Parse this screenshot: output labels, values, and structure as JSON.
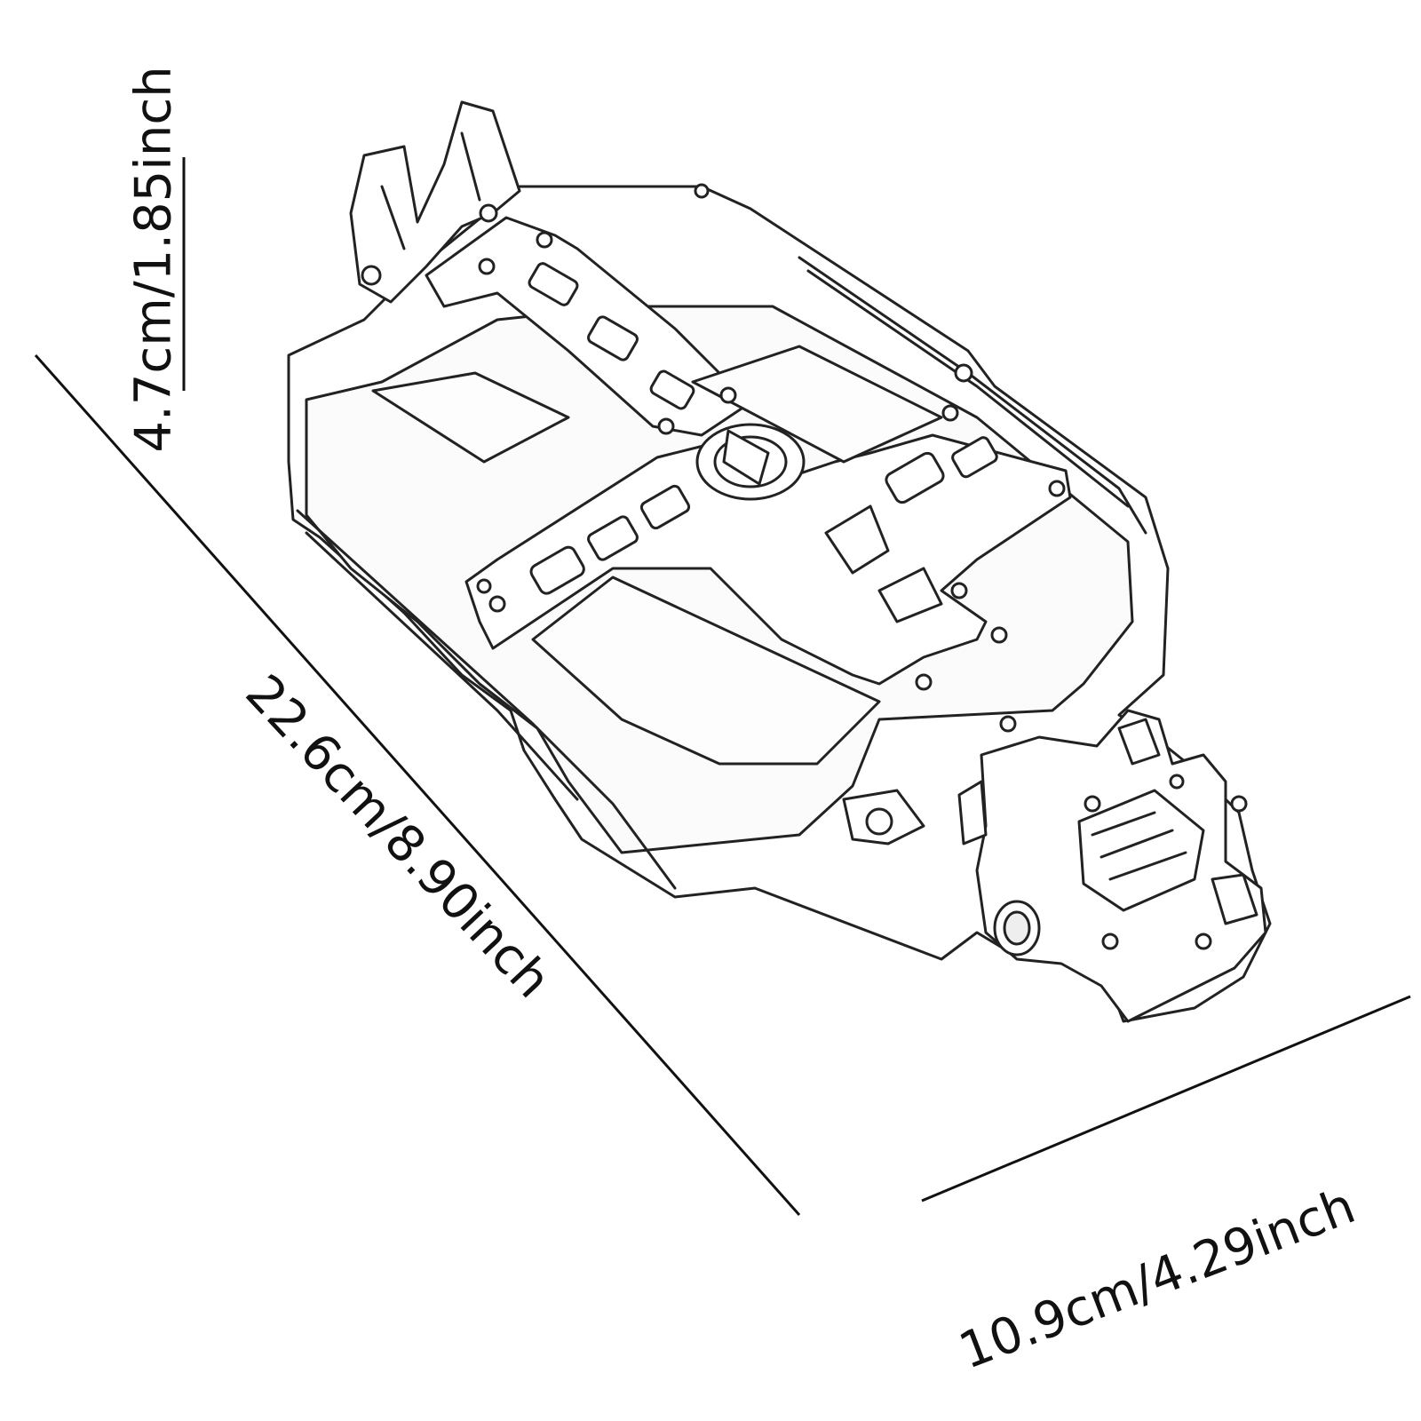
{
  "dimensions": {
    "height_label": "4.7cm/1.85inch",
    "length_label": "22.6cm/8.90inch",
    "width_label": "10.9cm/4.29inch"
  },
  "colors": {
    "ink": "#111111",
    "background": "#ffffff"
  },
  "product_icon": "rc-car-chassis-line-drawing"
}
